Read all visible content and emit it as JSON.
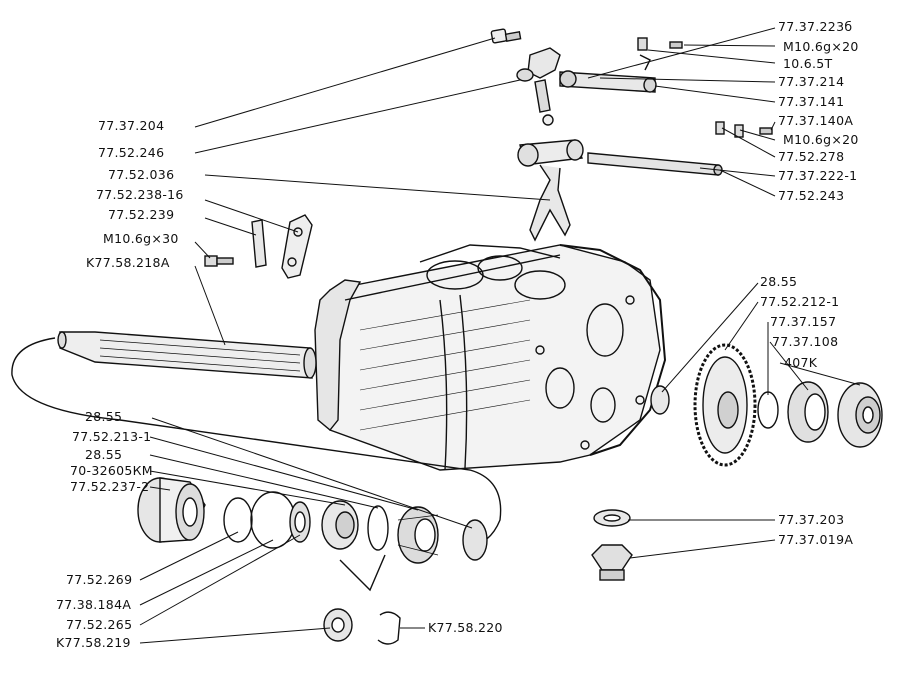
{
  "labels": {
    "l01": "77.37.204",
    "l02": "77.52.246",
    "l03": "77.52.036",
    "l04": "77.52.238-16",
    "l05": "77.52.239",
    "l06": "M10.6g×30",
    "l07": "K77.58.218A",
    "r01": "77.37.223б",
    "r02": "M10.6g×20",
    "r03": "10.6.5Т",
    "r04": "77.37.214",
    "r05": "77.37.141",
    "r06": "77.37.140A",
    "r07": "M10.6g×20",
    "r08": "77.52.278",
    "r09": "77.37.222-1",
    "r10": "77.52.243",
    "g01": "28.55",
    "g02": "77.52.212-1",
    "g03": "77.37.157",
    "g04": "77.37.108",
    "g05": "407K",
    "b01": "28.55",
    "b02": "77.52.213-1",
    "b03": "28.55",
    "b04": "70-32605КМ",
    "b05": "77.52.237-2",
    "b06": "77.52.269",
    "b07": "77.38.184A",
    "b08": "77.52.265",
    "b09": "K77.58.219",
    "b10": "K77.58.220",
    "p01": "77.37.203",
    "p02": "77.37.019A"
  }
}
